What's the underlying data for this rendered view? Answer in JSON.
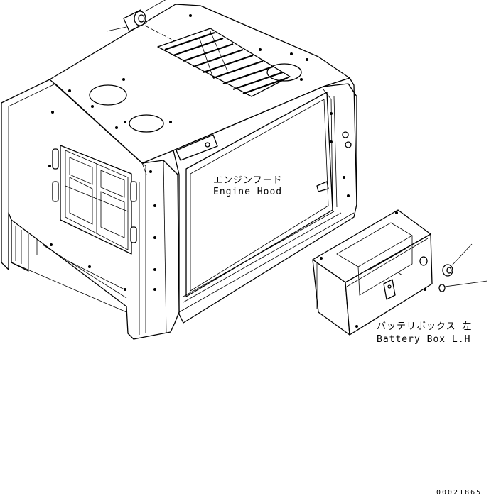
{
  "labels": {
    "engine_hood_jp": "エンジンフード",
    "engine_hood_en": "Engine Hood",
    "battery_box_jp": "バッテリボックス 左",
    "battery_box_en": "Battery Box L.H"
  },
  "drawing_number": "00021865"
}
